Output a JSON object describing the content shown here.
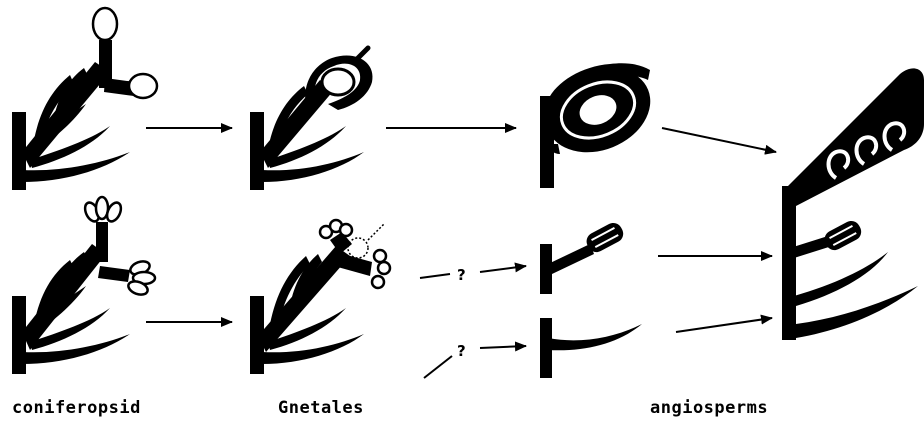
{
  "labels": {
    "coniferopsid": "coniferopsid",
    "gnetales": "Gnetales",
    "angiosperms": "angiosperms"
  },
  "unknown_link_marker": "?",
  "colors": {
    "ink": "#000000",
    "paper": "#ffffff"
  }
}
